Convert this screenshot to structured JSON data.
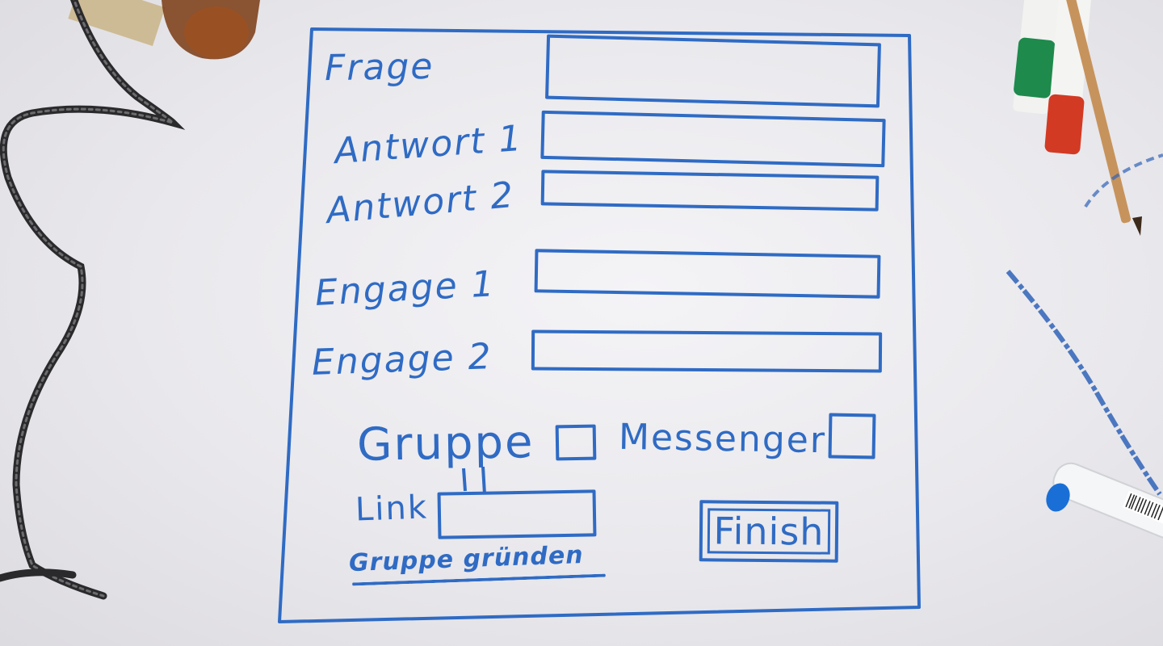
{
  "ink_color": "#2f6bc4",
  "form": {
    "fields": [
      {
        "label": "Frage",
        "value": ""
      },
      {
        "label": "Antwort 1",
        "value": ""
      },
      {
        "label": "Antwort 2",
        "value": ""
      },
      {
        "label": "Engage 1",
        "value": ""
      },
      {
        "label": "Engage 2",
        "value": ""
      }
    ],
    "options": {
      "gruppe": {
        "label": "Gruppe",
        "checked": false
      },
      "messenger": {
        "label": "Messenger",
        "checked": false
      }
    },
    "link": {
      "label": "Link",
      "value": ""
    },
    "create_group_link": "Gruppe gründen",
    "finish_button": "Finish"
  },
  "desk_objects": {
    "markers": [
      "green marker",
      "red marker",
      "blue marker"
    ],
    "pencil": "pencil",
    "cable": "black cable",
    "bottle": "glass bottle"
  }
}
